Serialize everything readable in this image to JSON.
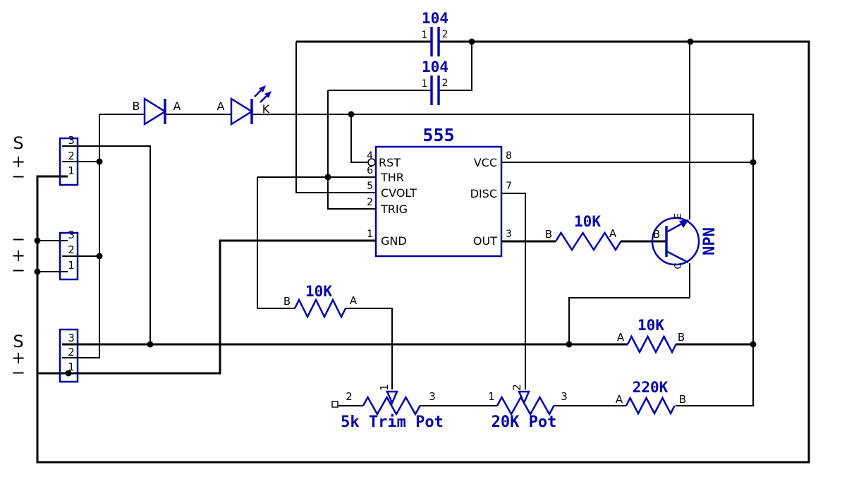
{
  "colors": {
    "component": "#0000AA",
    "wire": "#000000",
    "background": "#FFFFFF"
  },
  "ic555": {
    "label": "555",
    "left_pins": [
      {
        "num": "4",
        "name": "RST"
      },
      {
        "num": "6",
        "name": "THR"
      },
      {
        "num": "5",
        "name": "CVOLT"
      },
      {
        "num": "2",
        "name": "TRIG"
      },
      {
        "num": "1",
        "name": "GND"
      }
    ],
    "right_pins": [
      {
        "num": "8",
        "name": "VCC"
      },
      {
        "num": "7",
        "name": "DISC"
      },
      {
        "num": "3",
        "name": "OUT"
      }
    ]
  },
  "capacitors": [
    {
      "value": "104",
      "pin1": "1",
      "pin2": "2"
    },
    {
      "value": "104",
      "pin1": "1",
      "pin2": "2"
    }
  ],
  "diode": {
    "left": "B",
    "right": "A"
  },
  "led": {
    "left": "A",
    "right": "K"
  },
  "transistor": {
    "label": "NPN",
    "base": "B",
    "emitter": "E",
    "collector": "C"
  },
  "resistors": {
    "r1": {
      "value": "10K",
      "left": "B",
      "right": "A"
    },
    "r2": {
      "value": "10K",
      "left": "B",
      "right": "A"
    },
    "r3": {
      "value": "10K",
      "left": "A",
      "right": "B"
    },
    "r4": {
      "value": "220K",
      "left": "A",
      "right": "B"
    }
  },
  "trim_pot": {
    "label": "5k Trim Pot",
    "left_pin": "2",
    "wiper_pin": "1",
    "right_pin": "3"
  },
  "pot": {
    "label": "20K Pot",
    "left_pin": "1",
    "wiper_pin": "2",
    "right_pin": "3"
  },
  "connectors": {
    "top": {
      "pins": [
        "3",
        "2",
        "1"
      ],
      "labels": [
        "S",
        "+",
        "−"
      ]
    },
    "middle": {
      "pins": [
        "3",
        "2",
        "1"
      ],
      "labels": [
        "−",
        "+",
        "−"
      ]
    },
    "bottom": {
      "pins": [
        "3",
        "2",
        "1"
      ],
      "labels": [
        "S",
        "+",
        "−"
      ]
    }
  }
}
